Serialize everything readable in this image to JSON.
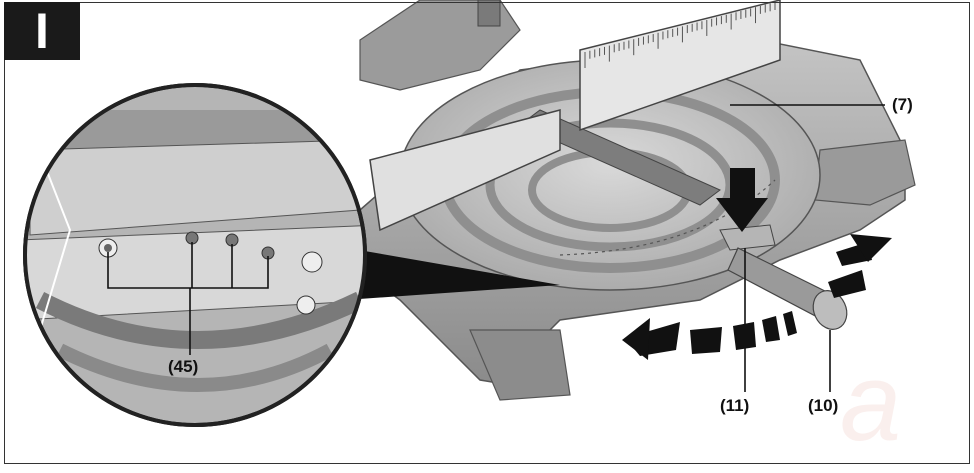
{
  "figure": {
    "badge": "I",
    "callouts": {
      "c7": "(7)",
      "c45": "(45)",
      "c11": "(11)",
      "c10": "(10)"
    },
    "watermark": "a",
    "colors": {
      "base": "#a9a9a9",
      "base_dark": "#6e6e6e",
      "table": "#c8c8c8",
      "arrow": "#111111",
      "frame": "#333333"
    }
  }
}
